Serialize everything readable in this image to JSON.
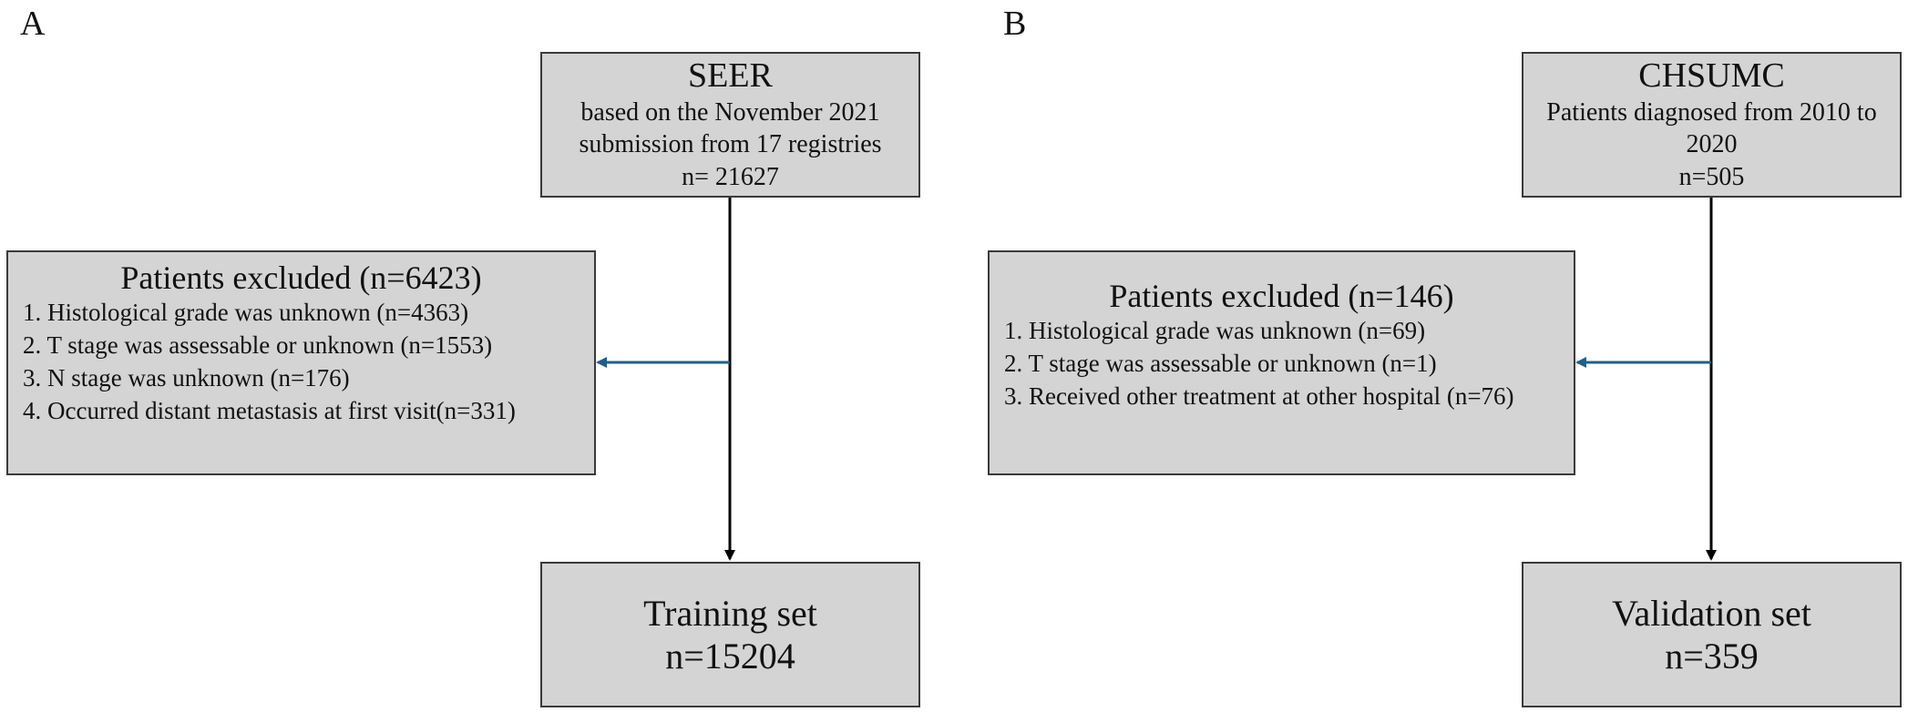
{
  "panel_a": {
    "label": "A",
    "source": {
      "title": "SEER",
      "lines": [
        "based on the November 2021",
        "submission from 17 registries",
        "n= 21627"
      ]
    },
    "excluded": {
      "title": "Patients excluded (n=6423)",
      "items": [
        "1. Histological grade was unknown (n=4363)",
        "2. T stage was assessable or unknown (n=1553)",
        "3. N stage was unknown (n=176)",
        "4. Occurred distant metastasis at first visit(n=331)"
      ]
    },
    "result": {
      "title": "Training set",
      "count": "n=15204"
    }
  },
  "panel_b": {
    "label": "B",
    "source": {
      "title": "CHSUMC",
      "lines": [
        "Patients diagnosed from 2010 to",
        "2020",
        "n=505"
      ]
    },
    "excluded": {
      "title": "Patients excluded (n=146)",
      "items": [
        "1. Histological grade was unknown (n=69)",
        "2. T stage was assessable or unknown (n=1)",
        "3. Received other treatment at other hospital (n=76)"
      ]
    },
    "result": {
      "title": "Validation set",
      "count": "n=359"
    }
  },
  "colors": {
    "box_fill": "#d4d4d4",
    "main_arrow": "#000000",
    "exclusion_arrow": "#1f5f8b"
  }
}
